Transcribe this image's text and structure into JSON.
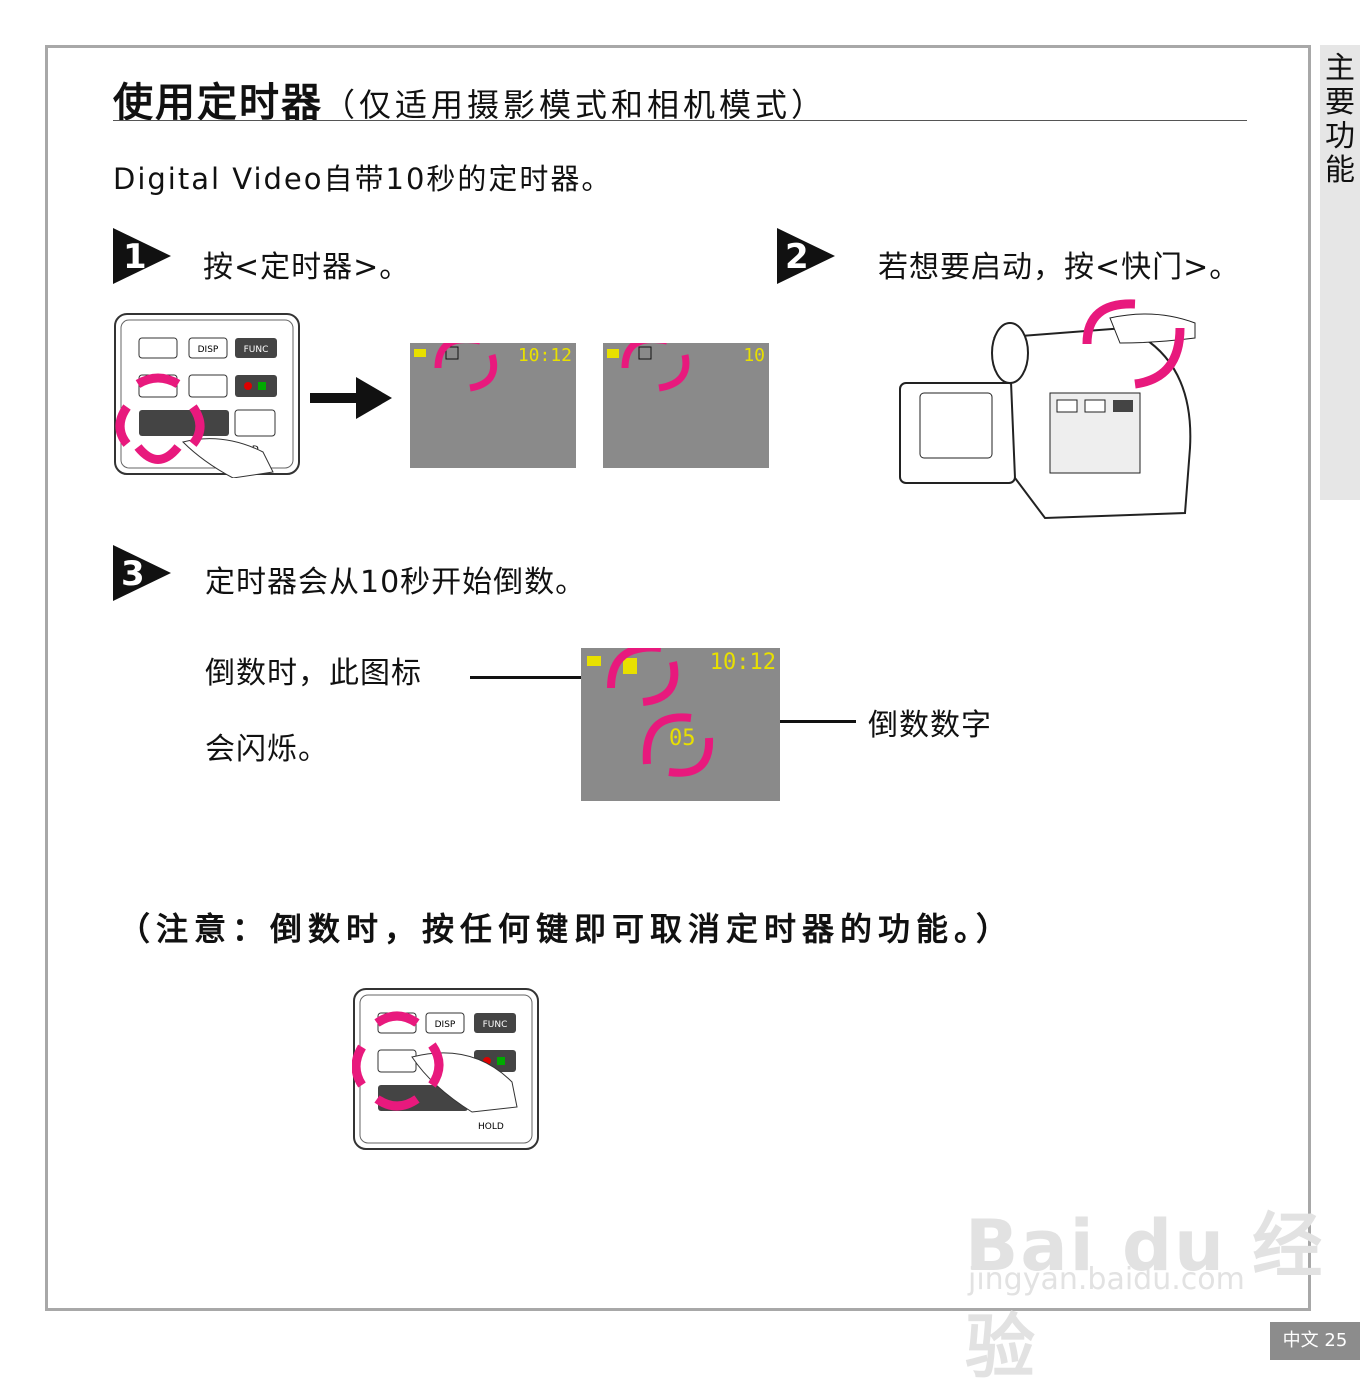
{
  "page": {
    "title": "使用定时器",
    "subtitle": "（仅适用摄影模式和相机模式）",
    "intro": "Digital Video自带10秒的定时器。",
    "side_tab": "主要功能",
    "steps": [
      {
        "number": "1",
        "text": "按<定时器>。"
      },
      {
        "number": "2",
        "text": "若想要启动，按<快门>。"
      },
      {
        "number": "3",
        "text": "定时器会从10秒开始倒数。"
      }
    ],
    "callout_left_line1": "倒数时，此图标",
    "callout_left_line2": "会闪烁。",
    "callout_right": "倒数数字",
    "lcd_time": "10:12",
    "lcd_time_partial": "10",
    "countdown": "05",
    "note": "（注意：倒数时，按任何键即可取消定时器的功能。）",
    "footer": "中文 25",
    "panel_labels": {
      "disp": "DISP",
      "func": "FUNC",
      "hold": "HOLD"
    },
    "watermark": {
      "line1": "Bai du 经验",
      "line2": "jingyan.baidu.com"
    }
  },
  "colors": {
    "highlight": "#e8197d",
    "lcd": "#8a8a8a",
    "lcd_text": "#e8e000",
    "frame": "#a8a8a8"
  }
}
